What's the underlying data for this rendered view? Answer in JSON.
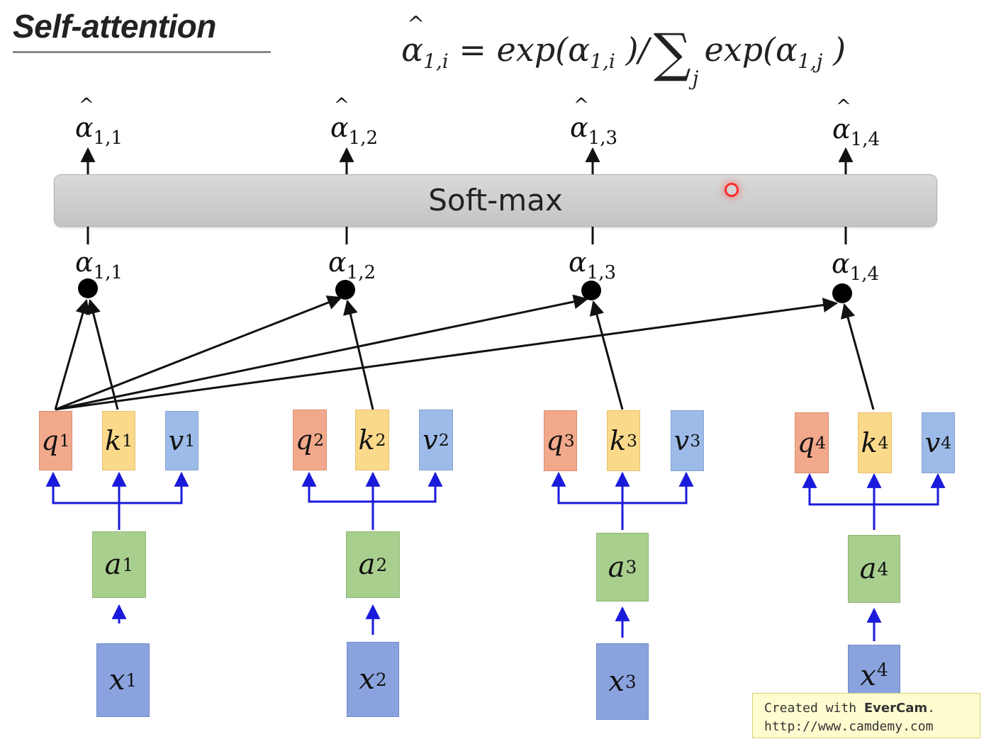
{
  "title": "Self-attention",
  "formula": {
    "lhs": "α",
    "lhs_sub": "1,i",
    "eq_text": " = exp(α",
    "mid_sub": "1,i",
    "mid_text": " )/",
    "sum_symbol": "∑",
    "sum_index": "j",
    "rhs_text": "exp(α",
    "rhs_sub": "1,j",
    "close": " )"
  },
  "softmax_label": "Soft-max",
  "outputs": [
    {
      "sym": "α",
      "sub": "1,1"
    },
    {
      "sym": "α",
      "sub": "1,2"
    },
    {
      "sym": "α",
      "sub": "1,3"
    },
    {
      "sym": "α",
      "sub": "1,4"
    }
  ],
  "inputs_alpha": [
    {
      "sym": "α",
      "sub": "1,1"
    },
    {
      "sym": "α",
      "sub": "1,2"
    },
    {
      "sym": "α",
      "sub": "1,3"
    },
    {
      "sym": "α",
      "sub": "1,4"
    }
  ],
  "columns": [
    {
      "q": "q",
      "k": "k",
      "v": "v",
      "a": "a",
      "x": "x",
      "idx": "1"
    },
    {
      "q": "q",
      "k": "k",
      "v": "v",
      "a": "a",
      "x": "x",
      "idx": "2"
    },
    {
      "q": "q",
      "k": "k",
      "v": "v",
      "a": "a",
      "x": "x",
      "idx": "3"
    },
    {
      "q": "q",
      "k": "k",
      "v": "v",
      "a": "a",
      "x": "x",
      "idx": "4"
    }
  ],
  "watermark": {
    "prefix": "Created with ",
    "brand": "EverCam",
    "suffix": ".",
    "url": "http://www.camdemy.com"
  },
  "colors": {
    "arrow_black": "#111111",
    "arrow_blue": "#1a1adb"
  }
}
